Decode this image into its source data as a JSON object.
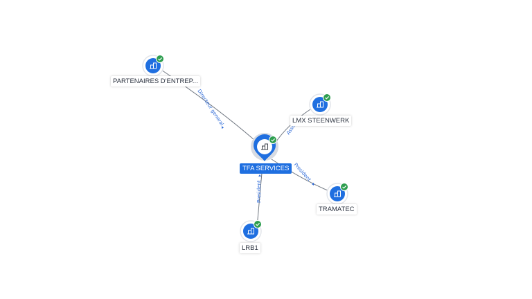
{
  "center": {
    "label": "TFA SERVICES",
    "icon": "building-icon",
    "status": "verified-check-icon"
  },
  "nodes": {
    "partenaires": {
      "label": "PARTENAIRES D'ENTREP...",
      "icon": "building-icon"
    },
    "lmx": {
      "label": "LMX STEENWERK",
      "icon": "building-icon"
    },
    "tramatec": {
      "label": "TRAMATEC",
      "icon": "building-icon"
    },
    "lrb1": {
      "label": "LRB1",
      "icon": "building-icon"
    }
  },
  "edges": {
    "partenaires": "Directeur general",
    "lmx": "Asso",
    "tramatec": "President",
    "lrb1": "President"
  },
  "colors": {
    "accent": "#1f6fe0",
    "check": "#2e9e4f",
    "edge": "#6f7680",
    "edge_label": "#2f6bd8"
  }
}
